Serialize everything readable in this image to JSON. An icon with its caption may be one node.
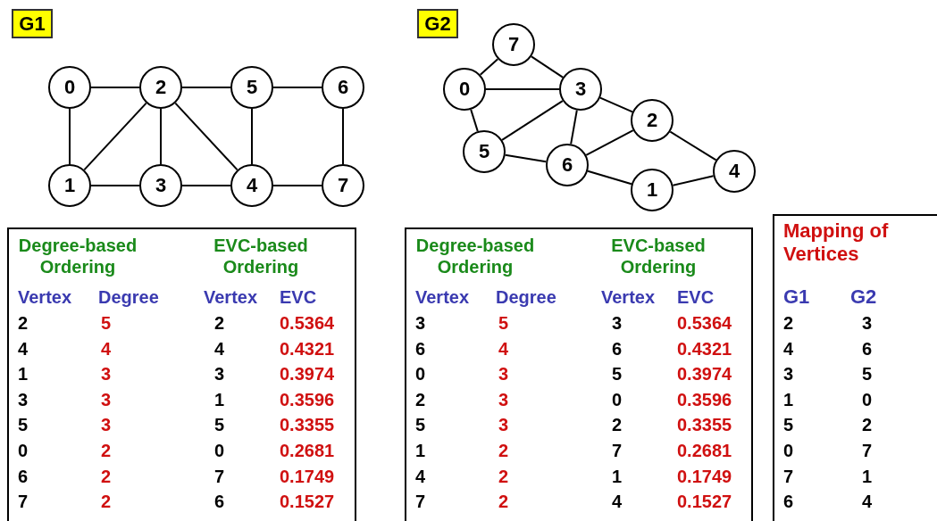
{
  "diagram": {
    "nodes": [
      {
        "text": [
          "G1"
        ]
      },
      {
        "text": [
          "0"
        ]
      },
      {
        "text": [
          "2"
        ]
      },
      {
        "text": [
          "5"
        ]
      },
      {
        "text": [
          "6"
        ]
      },
      {
        "text": [
          "1"
        ]
      },
      {
        "text": [
          "3"
        ]
      },
      {
        "text": [
          "4"
        ]
      },
      {
        "text": [
          "7"
        ]
      },
      {
        "text": [
          "G2"
        ]
      },
      {
        "text": [
          "7"
        ]
      },
      {
        "text": [
          "0"
        ]
      },
      {
        "text": [
          "3"
        ]
      },
      {
        "text": [
          "2"
        ]
      },
      {
        "text": [
          "5"
        ]
      },
      {
        "text": [
          "6"
        ]
      },
      {
        "text": [
          "4"
        ]
      },
      {
        "text": [
          "1"
        ]
      }
    ],
    "edges": [
      {
        "from": 1,
        "to": 2,
        "arrow": "none"
      },
      {
        "from": 2,
        "to": 3,
        "arrow": "none"
      },
      {
        "from": 3,
        "to": 4,
        "arrow": "none"
      },
      {
        "from": 1,
        "to": 5,
        "arrow": "none"
      },
      {
        "from": 2,
        "to": 5,
        "arrow": "none"
      },
      {
        "from": 2,
        "to": 6,
        "arrow": "none"
      },
      {
        "from": 2,
        "to": 7,
        "arrow": "none"
      },
      {
        "from": 3,
        "to": 7,
        "arrow": "none"
      },
      {
        "from": 4,
        "to": 8,
        "arrow": "none"
      },
      {
        "from": 5,
        "to": 6,
        "arrow": "none"
      },
      {
        "from": 6,
        "to": 7,
        "arrow": "none"
      },
      {
        "from": 7,
        "to": 8,
        "arrow": "none"
      },
      {
        "from": 10,
        "to": 11,
        "arrow": "none"
      },
      {
        "from": 10,
        "to": 12,
        "arrow": "none"
      },
      {
        "from": 11,
        "to": 12,
        "arrow": "none"
      },
      {
        "from": 11,
        "to": 14,
        "arrow": "none"
      },
      {
        "from": 14,
        "to": 12,
        "arrow": "none"
      },
      {
        "from": 12,
        "to": 15,
        "arrow": "none"
      },
      {
        "from": 12,
        "to": 13,
        "arrow": "none"
      },
      {
        "from": 14,
        "to": 15,
        "arrow": "none"
      },
      {
        "from": 15,
        "to": 13,
        "arrow": "none"
      },
      {
        "from": 15,
        "to": 17,
        "arrow": "none"
      },
      {
        "from": 13,
        "to": 16,
        "arrow": "none"
      },
      {
        "from": 17,
        "to": 16,
        "arrow": "none"
      }
    ],
    "labels": [
      "Degree-based Ordering",
      "EVC-based Ordering",
      "Vertex",
      "Degree",
      "Vertex",
      "EVC",
      "2",
      "5",
      "2",
      "0.5364",
      "4",
      "4",
      "4",
      "0.4321",
      "1",
      "3",
      "3",
      "0.3974",
      "3",
      "3",
      "1",
      "0.3596",
      "5",
      "3",
      "5",
      "0.3355",
      "0",
      "2",
      "0",
      "0.2681",
      "6",
      "2",
      "7",
      "0.1749",
      "7",
      "2",
      "6",
      "0.1527",
      "Degree-based Ordering",
      "EVC-based Ordering",
      "Vertex",
      "Degree",
      "Vertex",
      "EVC",
      "3",
      "5",
      "3",
      "0.5364",
      "6",
      "4",
      "6",
      "0.4321",
      "0",
      "3",
      "5",
      "0.3974",
      "2",
      "3",
      "0",
      "0.3596",
      "5",
      "3",
      "2",
      "0.3355",
      "1",
      "2",
      "7",
      "0.2681",
      "4",
      "2",
      "1",
      "0.1749",
      "7",
      "2",
      "4",
      "0.1527",
      "Mapping of Vertices",
      "G1",
      "G2",
      "2",
      "3",
      "4",
      "6",
      "3",
      "5",
      "1",
      "0",
      "5",
      "2",
      "0",
      "7",
      "7",
      "1",
      "6",
      "4"
    ]
  }
}
